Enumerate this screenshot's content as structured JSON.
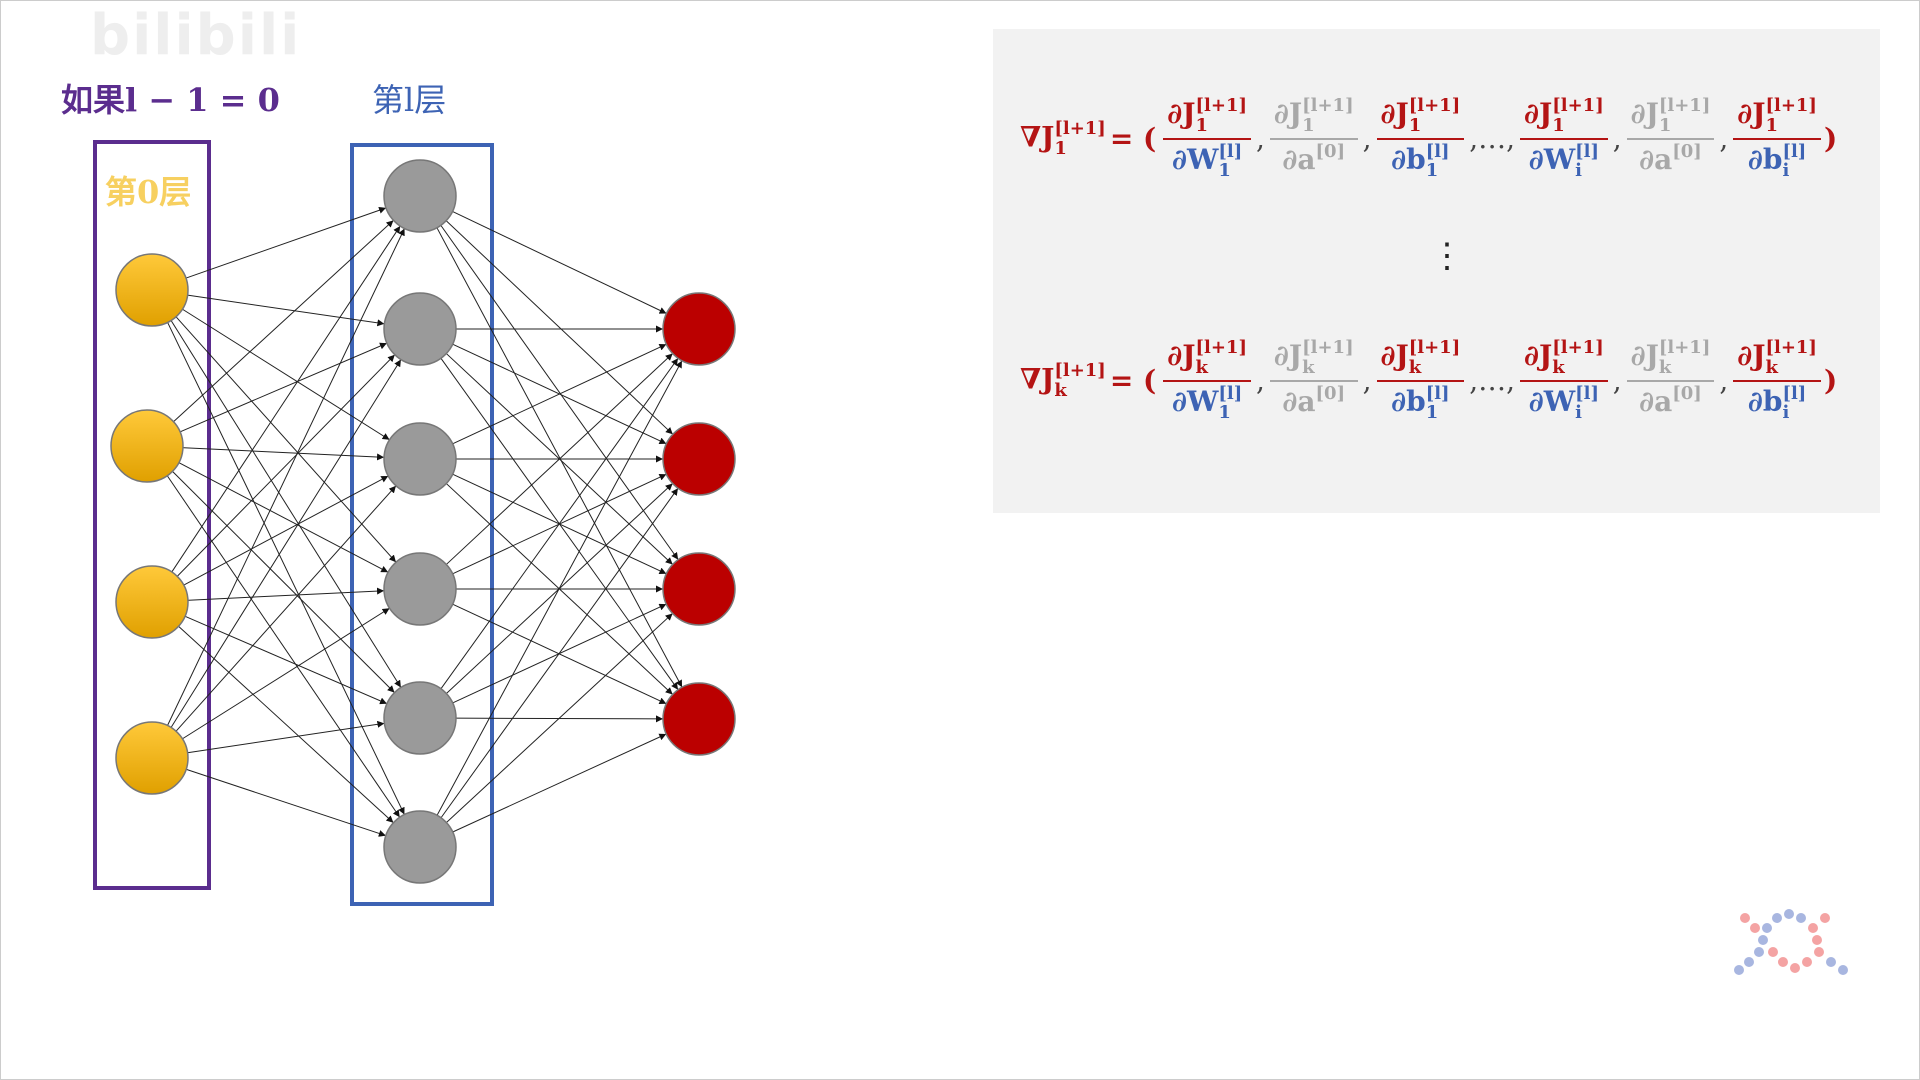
{
  "watermark": "bilibili",
  "titles": {
    "condition": "如果l − 1 = 0",
    "layer_l": "第l层",
    "layer_0": "第0层"
  },
  "network": {
    "input_nodes": 4,
    "hidden_nodes": 6,
    "output_nodes": 4
  },
  "colors": {
    "purple": "#5b2d8e",
    "blue": "#3d63b4",
    "yellow": "#f5b800",
    "gray_node": "#9a9a9a",
    "red_node": "#bb0000"
  },
  "equations": [
    {
      "lhs": "∇J",
      "lhs_sub": "1",
      "lhs_sup": "[l+1]",
      "eq": "= (",
      "terms": [
        {
          "num": "∂J",
          "num_sub": "1",
          "num_sup": "[l+1]",
          "den": "∂W",
          "den_sub": "1",
          "den_sup": "[l]",
          "color": "red",
          "dcolor": "blue"
        },
        {
          "num": "∂J",
          "num_sub": "1",
          "num_sup": "[l+1]",
          "den": "∂a",
          "den_sub": "",
          "den_sup": "[0]",
          "color": "gray",
          "dcolor": "gray"
        },
        {
          "num": "∂J",
          "num_sub": "1",
          "num_sup": "[l+1]",
          "den": "∂b",
          "den_sub": "1",
          "den_sup": "[l]",
          "color": "red",
          "dcolor": "blue"
        },
        {
          "num": "∂J",
          "num_sub": "1",
          "num_sup": "[l+1]",
          "den": "∂W",
          "den_sub": "i",
          "den_sup": "[l]",
          "color": "red",
          "dcolor": "blue"
        },
        {
          "num": "∂J",
          "num_sub": "1",
          "num_sup": "[l+1]",
          "den": "∂a",
          "den_sub": "",
          "den_sup": "[0]",
          "color": "gray",
          "dcolor": "gray"
        },
        {
          "num": "∂J",
          "num_sub": "1",
          "num_sup": "[l+1]",
          "den": "∂b",
          "den_sub": "i",
          "den_sup": "[l]",
          "color": "red",
          "dcolor": "blue"
        }
      ],
      "ellipsis": ",…,",
      "close": ")"
    },
    {
      "lhs": "∇J",
      "lhs_sub": "k",
      "lhs_sup": "[l+1]",
      "eq": "= (",
      "terms": [
        {
          "num": "∂J",
          "num_sub": "k",
          "num_sup": "[l+1]",
          "den": "∂W",
          "den_sub": "1",
          "den_sup": "[l]",
          "color": "red",
          "dcolor": "blue"
        },
        {
          "num": "∂J",
          "num_sub": "k",
          "num_sup": "[l+1]",
          "den": "∂a",
          "den_sub": "",
          "den_sup": "[0]",
          "color": "gray",
          "dcolor": "gray"
        },
        {
          "num": "∂J",
          "num_sub": "k",
          "num_sup": "[l+1]",
          "den": "∂b",
          "den_sub": "1",
          "den_sup": "[l]",
          "color": "red",
          "dcolor": "blue"
        },
        {
          "num": "∂J",
          "num_sub": "k",
          "num_sup": "[l+1]",
          "den": "∂W",
          "den_sub": "i",
          "den_sup": "[l]",
          "color": "red",
          "dcolor": "blue"
        },
        {
          "num": "∂J",
          "num_sub": "k",
          "num_sup": "[l+1]",
          "den": "∂a",
          "den_sub": "",
          "den_sup": "[0]",
          "color": "gray",
          "dcolor": "gray"
        },
        {
          "num": "∂J",
          "num_sub": "k",
          "num_sup": "[l+1]",
          "den": "∂b",
          "den_sub": "i",
          "den_sup": "[l]",
          "color": "red",
          "dcolor": "blue"
        }
      ],
      "ellipsis": ",…,",
      "close": ")"
    }
  ],
  "vdots": "⋮"
}
